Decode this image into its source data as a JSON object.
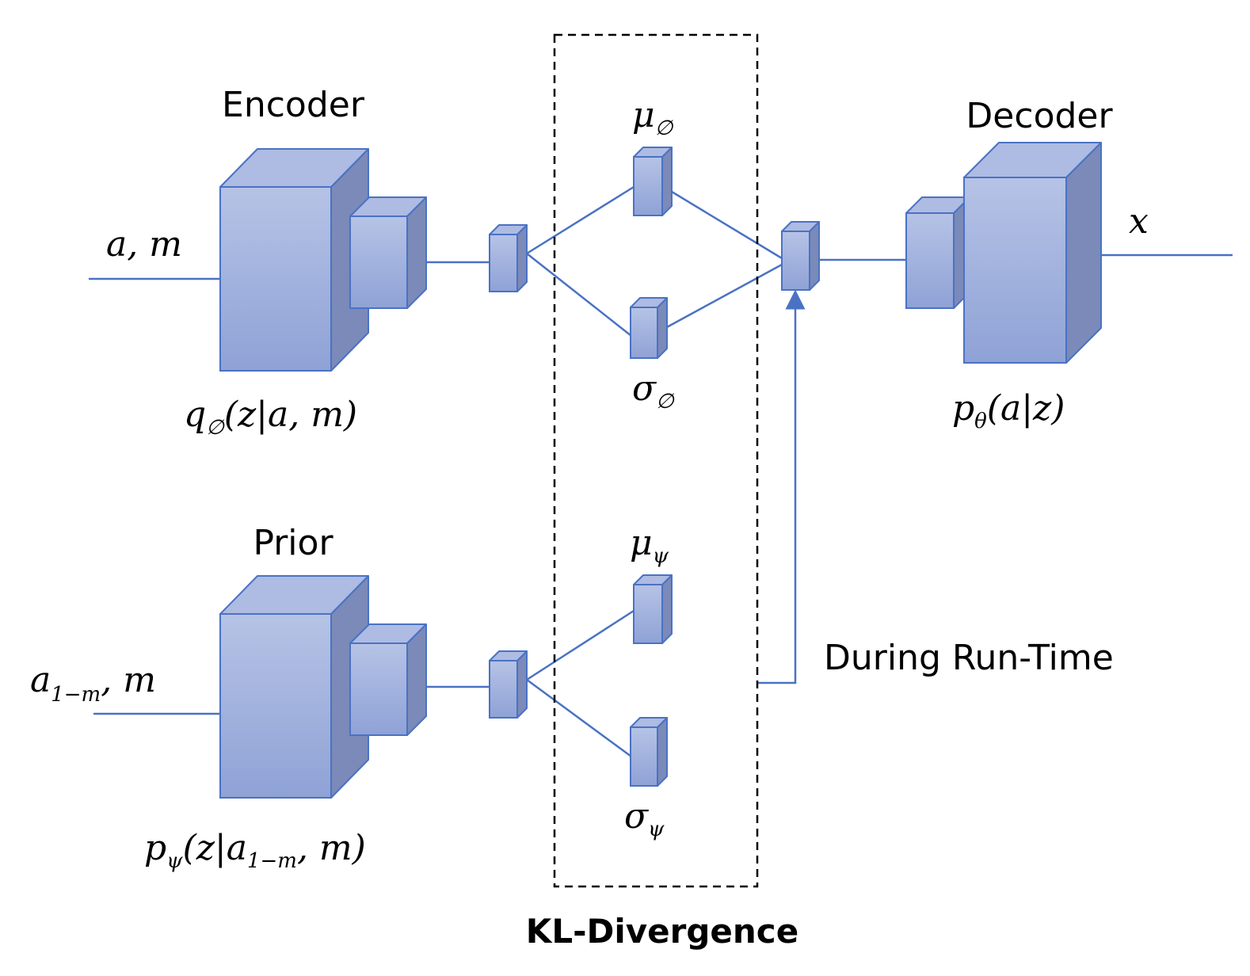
{
  "colors": {
    "block_front_top": "#b6c3e6",
    "block_front_bottom": "#8fa2d6",
    "block_top": "#aebbe2",
    "block_side": "#7b8ab8",
    "block_edge": "#4a72c4",
    "wire": "#4a72c4",
    "dashed_box": "#000000"
  },
  "labels": {
    "encoder": "Encoder",
    "prior": "Prior",
    "decoder": "Decoder",
    "during_runtime": "During Run-Time",
    "kl_divergence": "KL-Divergence"
  },
  "math": {
    "encoder_input": {
      "main": "a, m"
    },
    "prior_input": {
      "a": "a",
      "sub": "1−m",
      "rest": ", m"
    },
    "decoder_output": "x",
    "encoder_dist": {
      "q": "q",
      "sub": "∅",
      "rest": "(z|a, m)"
    },
    "prior_dist": {
      "p": "p",
      "sub": "ψ",
      "mid": "(z|a",
      "sub2": "1−m",
      "rest": ", m)"
    },
    "decoder_dist": {
      "p": "p",
      "sub": "θ",
      "rest": "(a|z)"
    },
    "mu_phi": {
      "base": "μ",
      "sub": "∅"
    },
    "sigma_phi": {
      "base": "σ",
      "sub": "∅"
    },
    "mu_psi": {
      "base": "μ",
      "sub": "ψ"
    },
    "sigma_psi": {
      "base": "σ",
      "sub": "ψ"
    }
  }
}
